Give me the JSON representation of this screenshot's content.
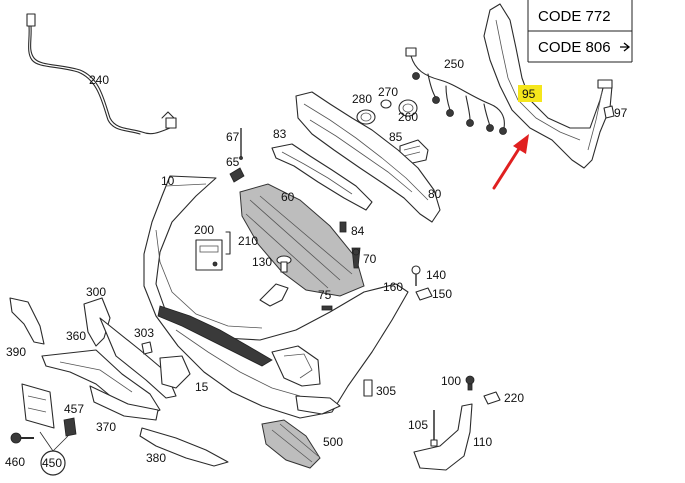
{
  "code_box": {
    "line1": "CODE 772",
    "line2": "CODE 806"
  },
  "highlight": {
    "label": "95",
    "color": "#f5e61c"
  },
  "arrow_color": "#e02020",
  "callouts": {
    "c240": "240",
    "c250": "250",
    "c280": "280",
    "c270": "270",
    "c260": "260",
    "c85": "85",
    "c83": "83",
    "c80": "80",
    "c67": "67",
    "c65": "65",
    "c10": "10",
    "c60": "60",
    "c97": "97",
    "c84": "84",
    "c70": "70",
    "c200": "200",
    "c210": "210",
    "c130": "130",
    "c140": "140",
    "c150": "150",
    "c160": "160",
    "c75": "75",
    "c300": "300",
    "c360": "360",
    "c303": "303",
    "c390": "390",
    "c15": "15",
    "c305": "305",
    "c100": "100",
    "c220": "220",
    "c457": "457",
    "c460": "460",
    "c450": "450",
    "c370": "370",
    "c380": "380",
    "c500": "500",
    "c105": "105",
    "c110": "110"
  }
}
